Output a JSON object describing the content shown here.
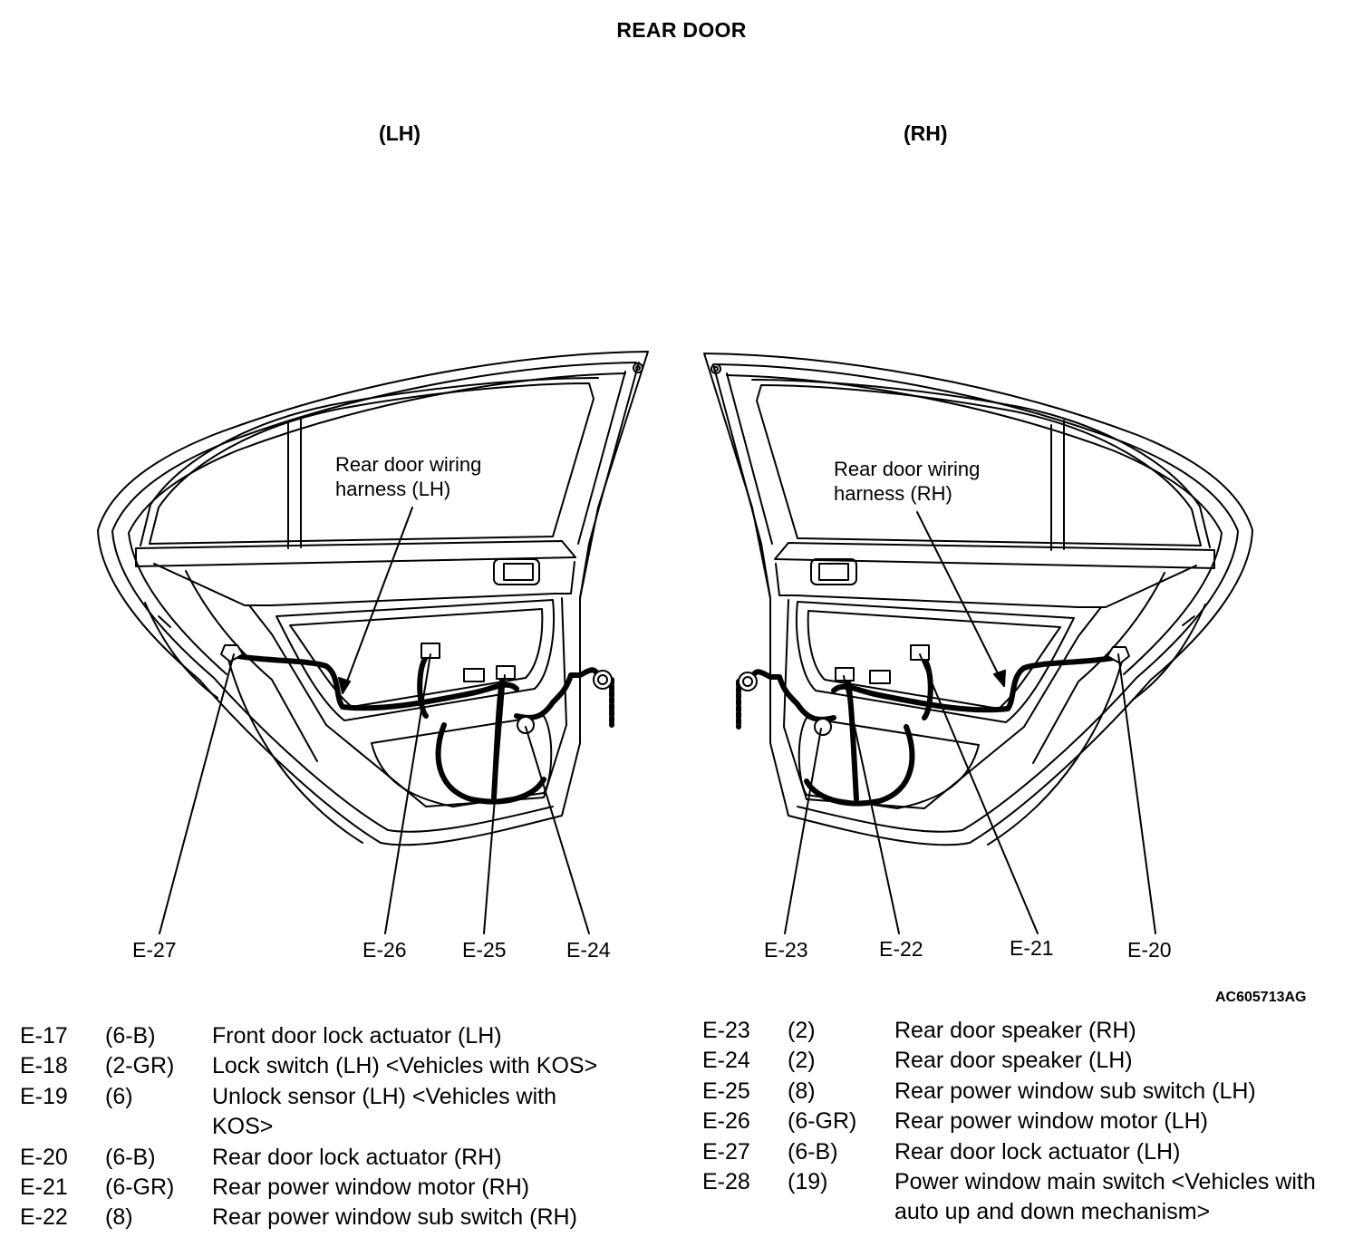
{
  "diagram": {
    "title": "REAR DOOR",
    "left_side_label": "(LH)",
    "right_side_label": "(RH)",
    "figure_code": "AC605713AG",
    "harness_labels": {
      "lh": [
        "Rear door wiring",
        "harness (LH)"
      ],
      "rh": [
        "Rear door wiring",
        "harness (RH)"
      ]
    },
    "callouts": {
      "e27": "E-27",
      "e26": "E-26",
      "e25": "E-25",
      "e24": "E-24",
      "e23": "E-23",
      "e22": "E-22",
      "e21": "E-21",
      "e20": "E-20"
    }
  },
  "legend": {
    "left": [
      {
        "id": "E-17",
        "pins": "(6-B)",
        "desc": "Front door lock actuator (LH)"
      },
      {
        "id": "E-18",
        "pins": "(2-GR)",
        "desc": "Lock switch (LH) <Vehicles with KOS>"
      },
      {
        "id": "E-19",
        "pins": "(6)",
        "desc": "Unlock sensor (LH) <Vehicles with KOS>"
      },
      {
        "id": "E-20",
        "pins": "(6-B)",
        "desc": "Rear door lock actuator (RH)"
      },
      {
        "id": "E-21",
        "pins": "(6-GR)",
        "desc": "Rear power window motor (RH)"
      },
      {
        "id": "E-22",
        "pins": "(8)",
        "desc": "Rear power window sub switch (RH)"
      }
    ],
    "right": [
      {
        "id": "E-23",
        "pins": "(2)",
        "desc": "Rear door speaker (RH)"
      },
      {
        "id": "E-24",
        "pins": "(2)",
        "desc": "Rear door speaker (LH)"
      },
      {
        "id": "E-25",
        "pins": "(8)",
        "desc": "Rear power window sub switch (LH)"
      },
      {
        "id": "E-26",
        "pins": "(6-GR)",
        "desc": "Rear power window motor (LH)"
      },
      {
        "id": "E-27",
        "pins": "(6-B)",
        "desc": "Rear door lock actuator (LH)"
      },
      {
        "id": "E-28",
        "pins": "(19)",
        "desc": "Power window main switch <Vehicles with auto up and down mechanism>"
      }
    ]
  }
}
